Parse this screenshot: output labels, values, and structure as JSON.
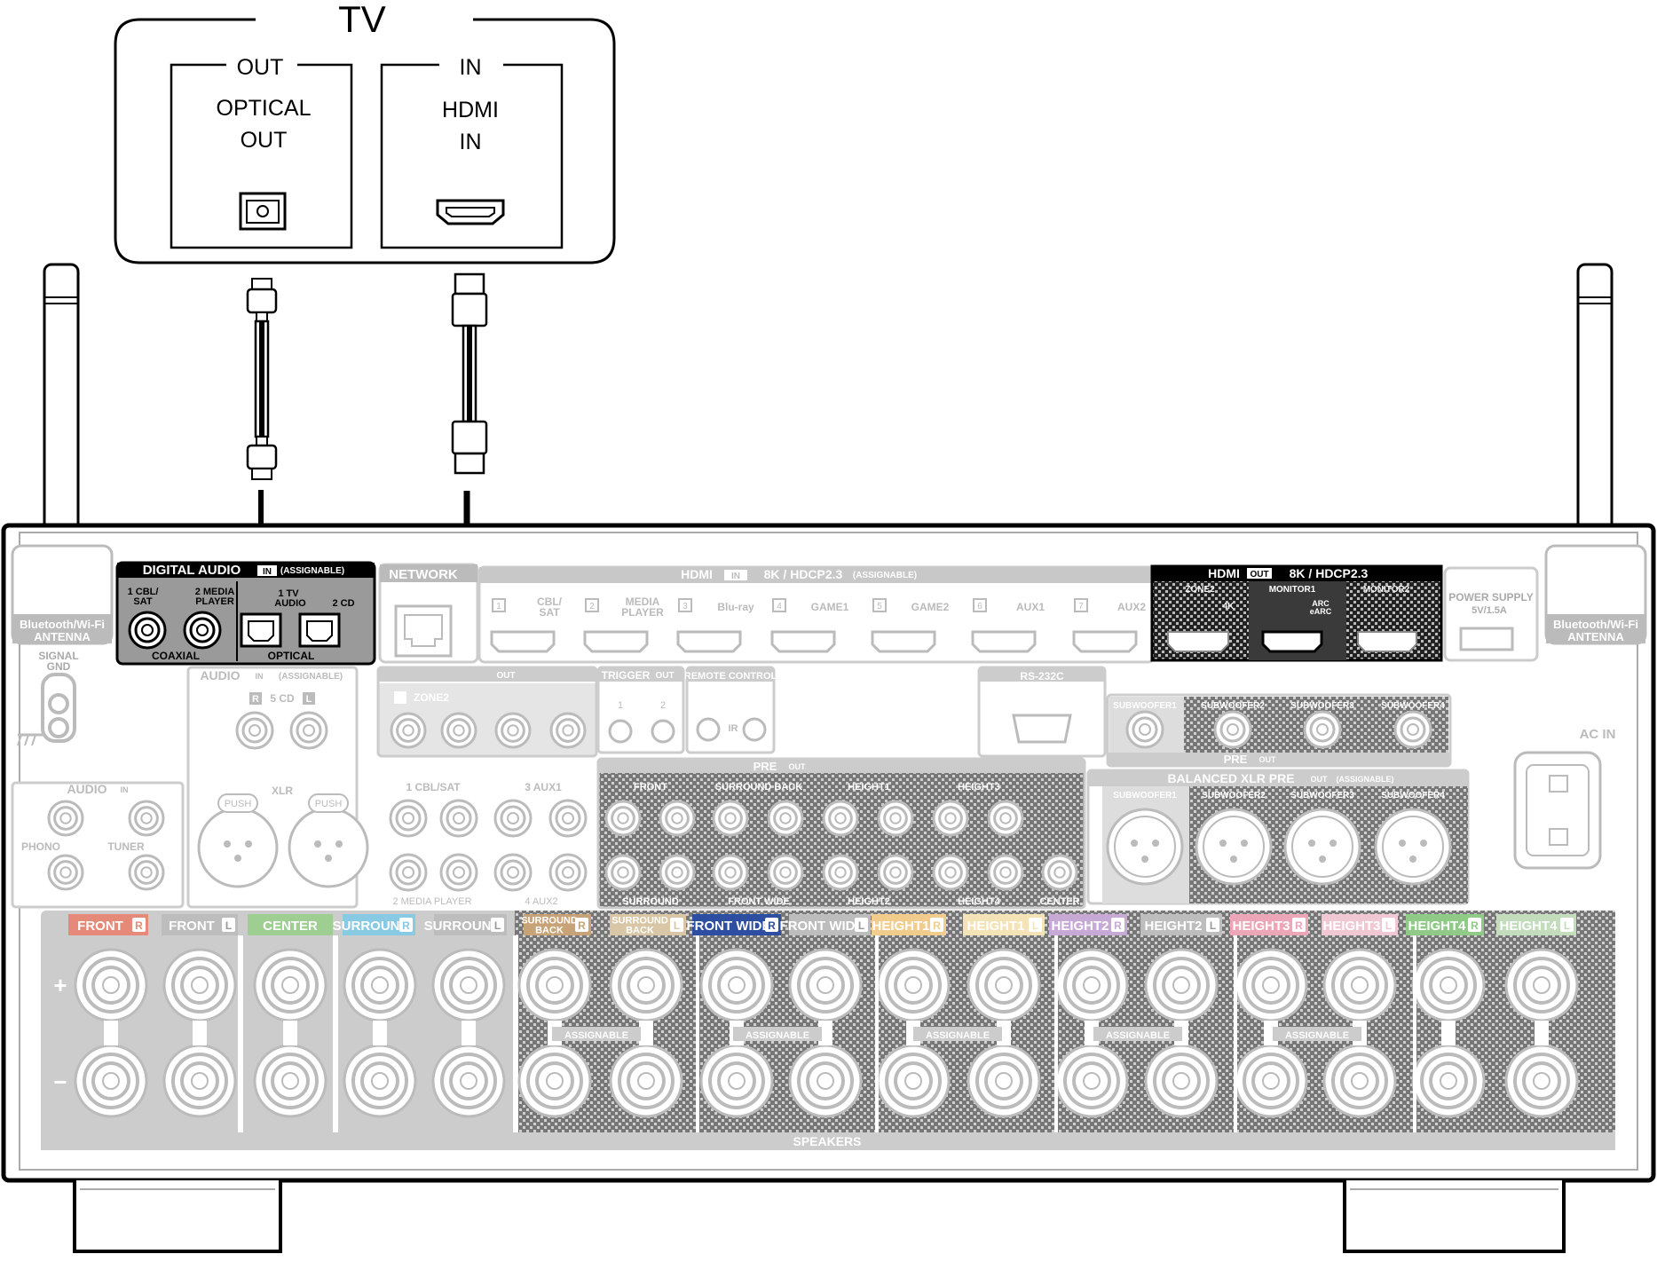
{
  "tv": {
    "title": "TV",
    "out_section": {
      "heading": "OUT",
      "port_line1": "OPTICAL",
      "port_line2": "OUT"
    },
    "in_section": {
      "heading": "IN",
      "port_line1": "HDMI",
      "port_line2": "IN"
    }
  },
  "receiver": {
    "antenna_label_line1": "Bluetooth/Wi-Fi",
    "antenna_label_line2": "ANTENNA",
    "digital_audio": {
      "title": "DIGITAL AUDIO",
      "in_badge": "IN",
      "assignable": "(ASSIGNABLE)",
      "coax1_line1": "1 CBL/",
      "coax1_line2": "SAT",
      "coax2_line1": "2 MEDIA",
      "coax2_line2": "PLAYER",
      "opt1_line1": "1 TV",
      "opt1_line2": "AUDIO",
      "opt2": "2 CD",
      "coaxial": "COAXIAL",
      "optical": "OPTICAL"
    },
    "network": "NETWORK",
    "hdmi_in": {
      "title": "HDMI",
      "badge": "IN",
      "spec": "8K / HDCP2.3",
      "assignable": "(ASSIGNABLE)",
      "inputs": [
        {
          "num": "1",
          "name": "CBL/\nSAT"
        },
        {
          "num": "2",
          "name": "MEDIA\nPLAYER"
        },
        {
          "num": "3",
          "name": "Blu-ray"
        },
        {
          "num": "4",
          "name": "GAME1"
        },
        {
          "num": "5",
          "name": "GAME2"
        },
        {
          "num": "6",
          "name": "AUX1"
        },
        {
          "num": "7",
          "name": "AUX2"
        }
      ]
    },
    "hdmi_out": {
      "title": "HDMI",
      "badge": "OUT",
      "spec": "8K / HDCP2.3",
      "zone2": "ZONE2",
      "zone2_sub": "4K",
      "monitor1": "MONITOR1",
      "monitor1_arc1": "ARC",
      "monitor1_arc2": "eARC",
      "monitor2": "MONITOR2"
    },
    "power_supply_line1": "POWER SUPPLY",
    "power_supply_line2": "5V/1.5A",
    "signal_gnd_line1": "SIGNAL",
    "signal_gnd_line2": "GND",
    "audio_in_assignable": {
      "title": "AUDIO",
      "badge": "IN",
      "assignable": "(ASSIGNABLE)",
      "cd": "5 CD",
      "r": "R",
      "l": "L"
    },
    "zone2_out": {
      "title": "ZONE2",
      "badge": "OUT"
    },
    "trigger": {
      "title": "TRIGGER",
      "badge": "OUT",
      "ch1": "1",
      "ch2": "2"
    },
    "remote_control": "REMOTE CONTROL",
    "ir": "IR",
    "rs232c": "RS-232C",
    "xlr": "XLR",
    "push": "PUSH",
    "cbl_sat": "1 CBL/SAT",
    "aux1": "3 AUX1",
    "media_player": "2 MEDIA PLAYER",
    "aux2": "4 AUX2",
    "audio_in": {
      "title": "AUDIO",
      "badge": "IN",
      "phono": "PHONO",
      "tuner": "TUNER"
    },
    "pre_out_top": {
      "title": "PRE",
      "badge": "OUT"
    },
    "subwoofers": [
      "SUBWOOFER1",
      "SUBWOOFER2",
      "SUBWOOFER3",
      "SUBWOOFER4"
    ],
    "pre_out_sub": {
      "title": "PRE",
      "badge": "OUT"
    },
    "balanced": {
      "title": "BALANCED XLR PRE",
      "badge": "OUT",
      "assignable": "(ASSIGNABLE)"
    },
    "ac_in": "AC IN",
    "pre_out_labels_top": [
      "FRONT",
      "SURROUND BACK",
      "HEIGHT1",
      "HEIGHT3"
    ],
    "pre_out_labels_bottom": [
      "SURROUND",
      "FRONT WIDE",
      "HEIGHT2",
      "HEIGHT4",
      "CENTER"
    ],
    "speakers": {
      "title": "SPEAKERS",
      "assignable": "ASSIGNABLE",
      "plus": "+",
      "minus": "−",
      "channels": [
        {
          "name": "FRONT",
          "side": "R",
          "color": "#e58a78"
        },
        {
          "name": "FRONT",
          "side": "L",
          "color": "#bdbdbd"
        },
        {
          "name": "CENTER",
          "side": "",
          "color": "#9fce93"
        },
        {
          "name": "SURROUND",
          "side": "R",
          "color": "#88c9e4"
        },
        {
          "name": "SURROUND",
          "side": "L",
          "color": "#bdbdbd"
        },
        {
          "name": "SURROUND\nBACK",
          "side": "R",
          "color": "#c8a377"
        },
        {
          "name": "SURROUND\nBACK",
          "side": "L",
          "color": "#d8c6a6"
        },
        {
          "name": "FRONT WIDE",
          "side": "R",
          "color": "#2e4ea1"
        },
        {
          "name": "FRONT WIDE",
          "side": "L",
          "color": "#bdbdbd"
        },
        {
          "name": "HEIGHT1",
          "side": "R",
          "color": "#f1cc8c"
        },
        {
          "name": "HEIGHT1",
          "side": "L",
          "color": "#f3e3b6"
        },
        {
          "name": "HEIGHT2",
          "side": "R",
          "color": "#c6a9d4"
        },
        {
          "name": "HEIGHT2",
          "side": "L",
          "color": "#bdbdbd"
        },
        {
          "name": "HEIGHT3",
          "side": "R",
          "color": "#eda5b8"
        },
        {
          "name": "HEIGHT3",
          "side": "L",
          "color": "#f0c8d3"
        },
        {
          "name": "HEIGHT4",
          "side": "R",
          "color": "#8fca86"
        },
        {
          "name": "HEIGHT4",
          "side": "L",
          "color": "#c2dcbc"
        }
      ]
    }
  }
}
